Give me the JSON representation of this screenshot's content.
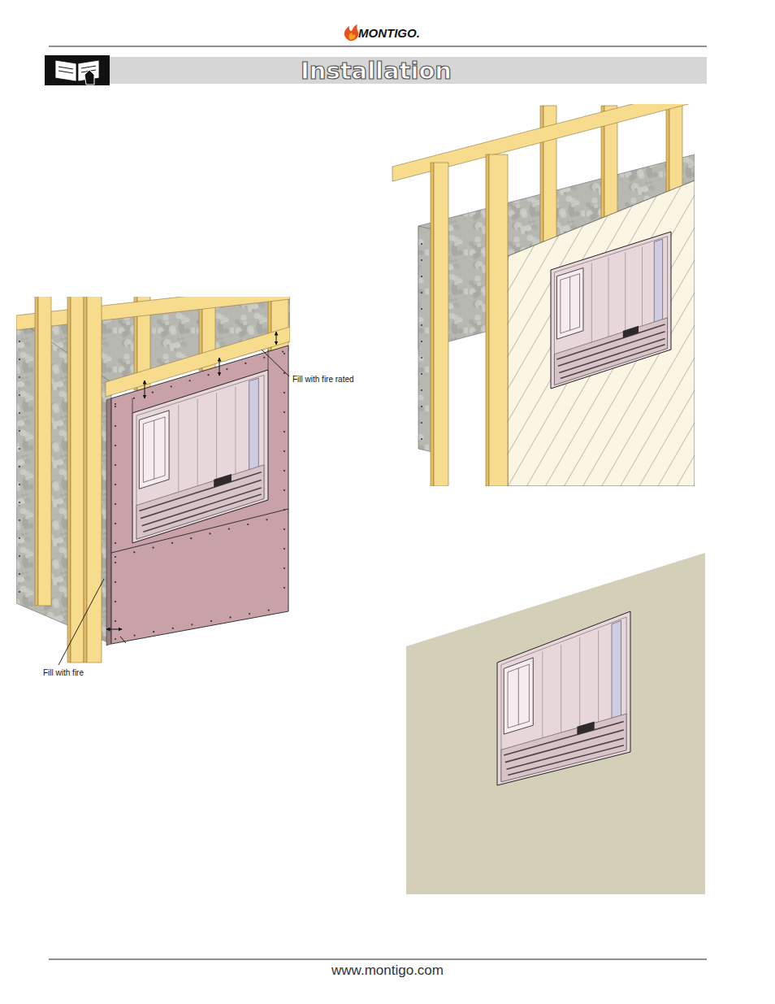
{
  "diagram": {
    "title": "Installation",
    "labels": [
      "MONTIGO.",
      "Fill with fire rated",
      "Fill with fire",
      "www.montigo.com"
    ]
  }
}
